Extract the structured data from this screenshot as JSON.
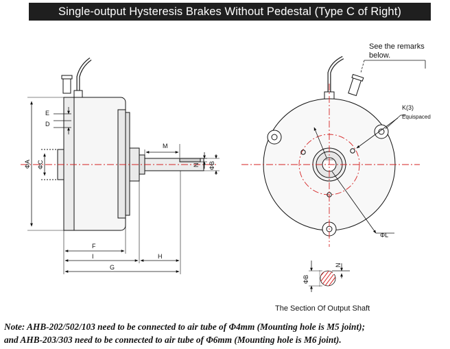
{
  "title": "Single-output Hysteresis Brakes Without Pedestal (Type C of Right)",
  "side_view": {
    "labels": {
      "e": "E",
      "d": "D",
      "phi_a": "ΦA",
      "phi_c": "ΦC",
      "m": "M",
      "n": "N",
      "phi_b": "ΦB",
      "f": "F",
      "i": "I",
      "h": "H",
      "g": "G"
    }
  },
  "front_view": {
    "remark_line1": "See the remarks",
    "remark_line2": "below.",
    "k_label": "K(3)",
    "equispaced": "Equispaced",
    "phi_l": "ΦL"
  },
  "shaft_section": {
    "n": "N",
    "phi_b": "ΦB",
    "caption": "The Section Of Output Shaft"
  },
  "note": {
    "line1": "Note: AHB-202/502/103 need to be connected to air tube of Φ4mm (Mounting hole is M5 joint);",
    "line2": "and AHB-203/303 need to be connected to air tube of Φ6mm (Mounting hole is M6 joint)."
  }
}
